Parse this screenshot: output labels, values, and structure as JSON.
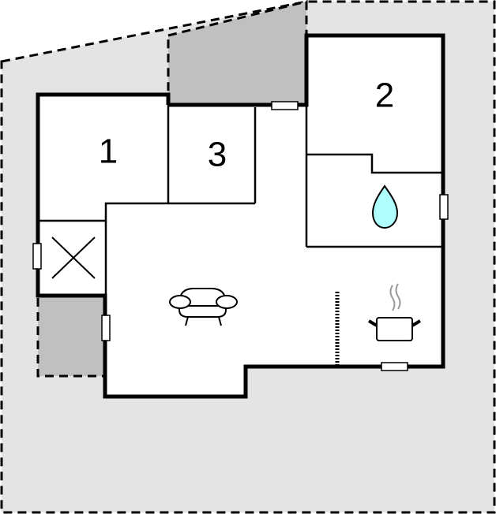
{
  "diagram": {
    "type": "floor-plan",
    "colors": {
      "plot_fill": "#e4e4e4",
      "terrace_fill": "#c0c0c0",
      "room_fill": "#ffffff",
      "wall": "#000000",
      "water_drop": "#b0ffff",
      "steam": "#999999"
    },
    "rooms": [
      {
        "id": "room-1",
        "label": "1",
        "type": "bedroom"
      },
      {
        "id": "room-2",
        "label": "2",
        "type": "bedroom"
      },
      {
        "id": "room-3",
        "label": "3",
        "type": "bedroom"
      }
    ],
    "icons": [
      {
        "name": "bathroom-water-drop-icon",
        "area": "bathroom"
      },
      {
        "name": "sofa-icon",
        "area": "living-room"
      },
      {
        "name": "cooking-pot-icon",
        "area": "kitchen"
      },
      {
        "name": "technical-room-x-icon",
        "area": "utility"
      },
      {
        "name": "staircase-icon",
        "area": "kitchen"
      }
    ],
    "windows_count": 5
  }
}
